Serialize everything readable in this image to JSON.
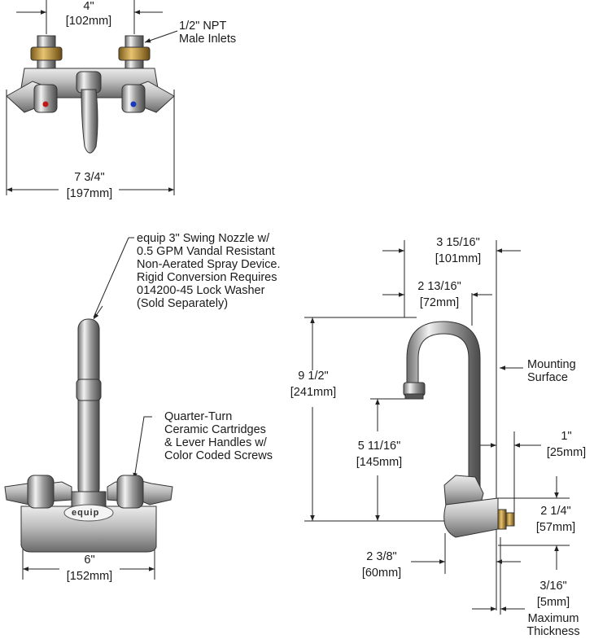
{
  "top_view": {
    "dim_inlet_spacing": {
      "imperial": "4\"",
      "metric": "[102mm]"
    },
    "dim_overall_width": {
      "imperial": "7 3/4\"",
      "metric": "[197mm]"
    },
    "inlet_note": [
      "1/2\" NPT",
      "Male Inlets"
    ]
  },
  "front_view": {
    "nozzle_note": [
      "equip 3\" Swing Nozzle w/",
      "0.5 GPM Vandal Resistant",
      "Non-Aerated Spray Device.",
      "Rigid Conversion Requires",
      "014200-45 Lock Washer",
      "(Sold Separately)"
    ],
    "cartridge_note": [
      "Quarter-Turn",
      "Ceramic Cartridges",
      "& Lever Handles w/",
      "Color Coded Screws"
    ],
    "body_brand": "equip",
    "dim_center": {
      "imperial": "6\"",
      "metric": "[152mm]"
    }
  },
  "side_view": {
    "dim_reach": {
      "imperial": "3 15/16\"",
      "metric": "[101mm]"
    },
    "dim_spout_reach": {
      "imperial": "2 13/16\"",
      "metric": "[72mm]"
    },
    "dim_height": {
      "imperial": "9 1/2\"",
      "metric": "[241mm]"
    },
    "dim_spout_height": {
      "imperial": "5 11/16\"",
      "metric": "[145mm]"
    },
    "mounting_note": [
      "Mounting",
      "Surface"
    ],
    "dim_inlet_offset": {
      "imperial": "1\"",
      "metric": "[25mm]"
    },
    "dim_inlet_length": {
      "imperial": "2 1/4\"",
      "metric": "[57mm]"
    },
    "dim_body_depth": {
      "imperial": "2 3/8\"",
      "metric": "[60mm]"
    },
    "dim_max_thickness": {
      "imperial": "3/16\"",
      "metric": "[5mm]"
    },
    "thickness_note": [
      "Maximum",
      "Thickness"
    ]
  }
}
